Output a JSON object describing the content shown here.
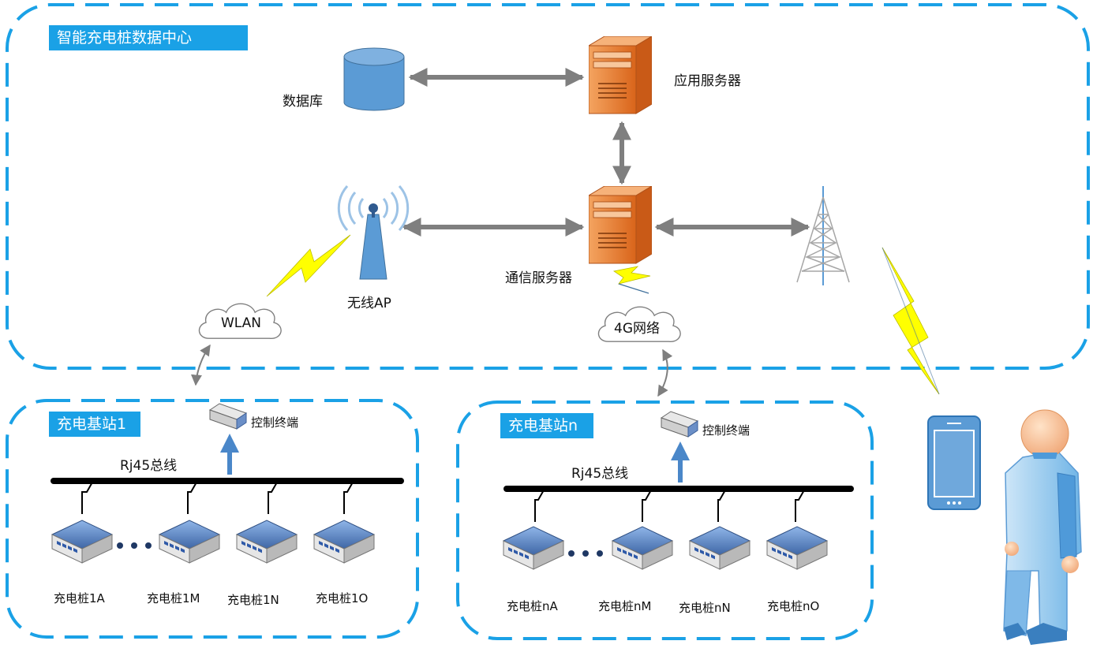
{
  "data_center": {
    "title": "智能充电桩数据中心",
    "database_label": "数据库",
    "app_server_label": "应用服务器",
    "comm_server_label": "通信服务器",
    "wireless_ap_label": "无线AP",
    "wlan_label": "WLAN",
    "network_4g_label": "4G网络"
  },
  "station_1": {
    "title": "充电基站1",
    "terminal_label": "控制终端",
    "bus_label": "Rj45总线",
    "piles": [
      "充电桩1A",
      "充电桩1M",
      "充电桩1N",
      "充电桩1O"
    ]
  },
  "station_n": {
    "title": "充电基站n",
    "terminal_label": "控制终端",
    "bus_label": "Rj45总线",
    "piles": [
      "充电桩nA",
      "充电桩nM",
      "充电桩nN",
      "充电桩nO"
    ]
  },
  "colors": {
    "dashed_border": "#1aa1e6",
    "title_bg": "#1aa1e6",
    "server_orange": "#e8762b",
    "database_blue": "#5b9bd5",
    "arrow_gray": "#7f7f7f",
    "lightning_yellow": "#ffff00"
  },
  "icons": [
    "database-icon",
    "server-icon",
    "wireless-ap-icon",
    "cell-tower-icon",
    "cloud-icon",
    "control-terminal-icon",
    "charging-pile-icon",
    "smartphone-icon",
    "user-icon",
    "lightning-icon"
  ]
}
